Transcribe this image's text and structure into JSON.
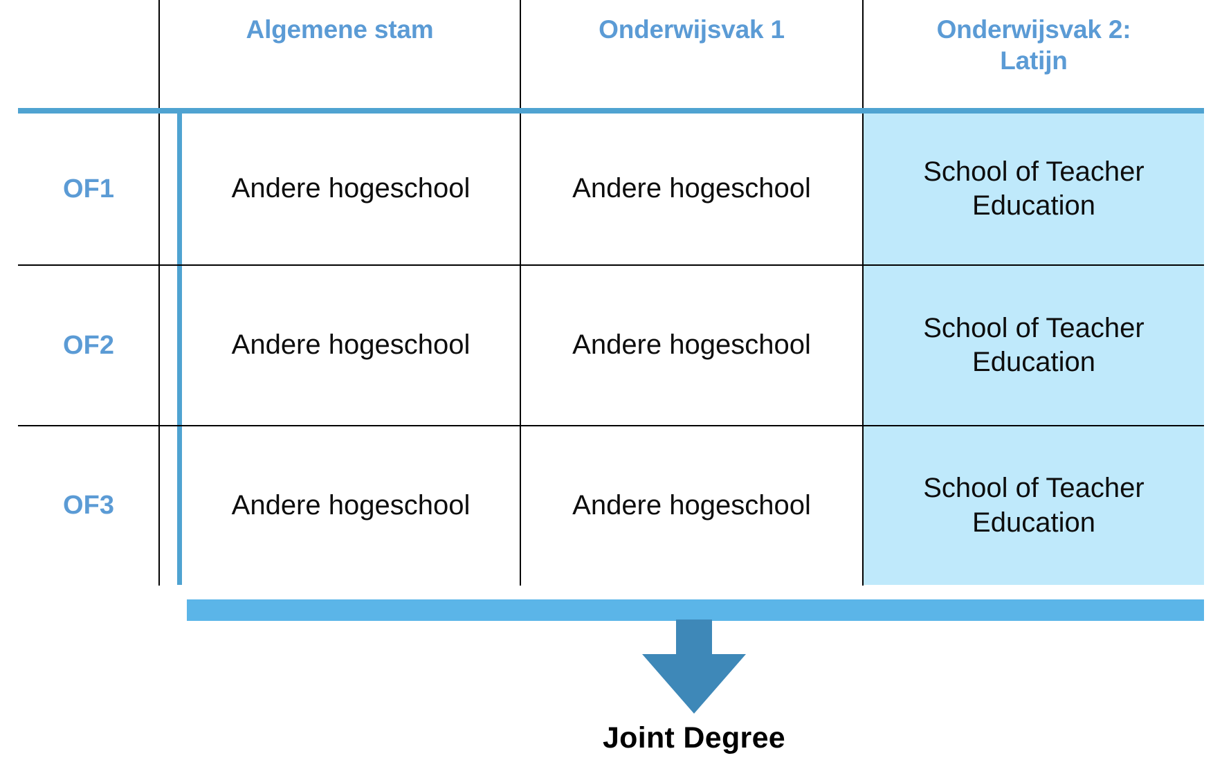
{
  "table": {
    "columns": [
      {
        "key": "rowlabel",
        "label": ""
      },
      {
        "key": "algemene_stam",
        "label": "Algemene stam"
      },
      {
        "key": "onderwijsvak_1",
        "label": "Onderwijsvak 1"
      },
      {
        "key": "onderwijsvak_2",
        "label": "Onderwijsvak 2: Latijn"
      }
    ],
    "column_header_lines": {
      "onderwijsvak_2_line1": "Onderwijsvak 2:",
      "onderwijsvak_2_line2": "Latijn"
    },
    "rows": [
      {
        "label": "OF1",
        "algemene_stam": "Andere hogeschool",
        "onderwijsvak_1": "Andere hogeschool",
        "onderwijsvak_2": "School of Teacher Education"
      },
      {
        "label": "OF2",
        "algemene_stam": "Andere hogeschool",
        "onderwijsvak_1": "Andere hogeschool",
        "onderwijsvak_2": "School of Teacher Education"
      },
      {
        "label": "OF3",
        "algemene_stam": "Andere hogeschool",
        "onderwijsvak_1": "Andere hogeschool",
        "onderwijsvak_2": "School of Teacher Education"
      }
    ]
  },
  "footer": {
    "caption": "Joint Degree",
    "arrow_icon": "arrow-down-icon"
  },
  "colors": {
    "header_text_blue": "#5B9BD5",
    "accent_rule_blue": "#4FA3D1",
    "highlight_cell_fill": "#BFE9FB",
    "joiner_bar_blue": "#5BB5E8",
    "arrow_blue": "#3E88B8",
    "grid_line": "#000000",
    "body_text": "#0D0D0D",
    "background": "#FFFFFF"
  }
}
